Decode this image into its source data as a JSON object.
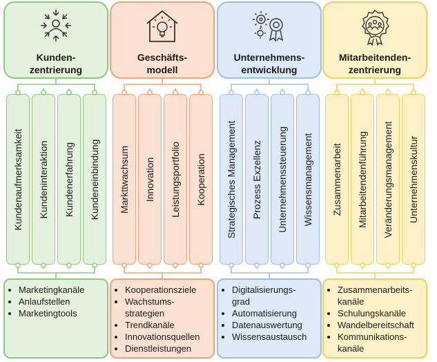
{
  "colors": {
    "green": {
      "stroke": "#8cc97e",
      "fill": "#e4f2dd"
    },
    "orange": {
      "stroke": "#f0a276",
      "fill": "#fbe1d2"
    },
    "blue": {
      "stroke": "#9fbfe2",
      "fill": "#dde9f6"
    },
    "yellow": {
      "stroke": "#f3cf5a",
      "fill": "#fdf1c8"
    }
  },
  "columns": [
    {
      "key": "kunden",
      "color": "green",
      "icon": "customer-centric-icon",
      "title": "Kunden-\nzentrierung",
      "pillars": [
        "Kundenaufmerksamkeit",
        "Kundeninteraktion",
        "Kundenerfahrung",
        "Kundeneinbindung"
      ],
      "items": [
        "Marketingkanäle",
        "Anlaufstellen",
        "Marketingtools"
      ]
    },
    {
      "key": "geschaeft",
      "color": "orange",
      "icon": "lightbulb-house-icon",
      "title": "Geschäfts-\nmodell",
      "pillars": [
        "Markttwachsum",
        "Innovation",
        "Leistungsportfolio",
        "Kooperation"
      ],
      "items": [
        "Kooperationsziele",
        "Wachstums-\nstrategien",
        "Trendkanäle",
        "Innovationsquellen",
        "Dienstleistungen"
      ]
    },
    {
      "key": "unternehmen",
      "color": "blue",
      "icon": "gears-award-icon",
      "title": "Unternehmens-\nentwicklung",
      "pillars": [
        "Strategisches Management",
        "Prozess Exzellenz",
        "Unternehmenssteuerung",
        "Wissensmanagement"
      ],
      "items": [
        "Digitalisierungs-\ngrad",
        "Automatisierung",
        "Datenauswertung",
        "Wissensaustausch"
      ]
    },
    {
      "key": "mitarbeiter",
      "color": "yellow",
      "icon": "team-badge-icon",
      "title": "Mitarbeitenden-\nzentrierung",
      "pillars": [
        "Zusammenarbeit",
        "Mitarbeitendenführung",
        "Veränderungsmanagement",
        "Unternehmenskultur"
      ],
      "items": [
        "Zusammenarbeits-\nkanäle",
        "Schulungskanäle",
        "Wandelbereitschaft",
        "Kommunikations-\nkanäle"
      ]
    }
  ]
}
